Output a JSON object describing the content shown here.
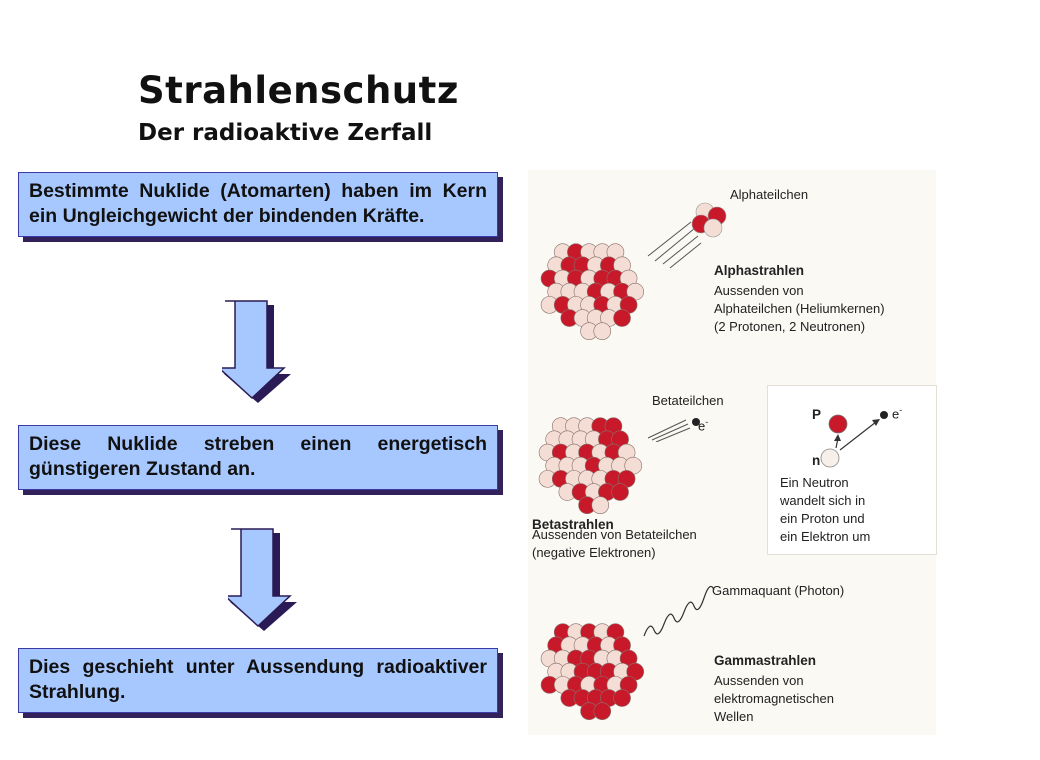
{
  "slide": {
    "title": "Strahlenschutz",
    "subtitle": "Der radioaktive Zerfall"
  },
  "steps": [
    {
      "text": "Bestimmte Nuklide (Atomarten) haben im Kern ein Ungleichgewicht der bindenden Kräfte."
    },
    {
      "text": "Diese Nuklide streben einen energetisch günstigeren Zustand an."
    },
    {
      "text": "Dies geschieht unter Aussendung radioaktiver Strahlung."
    }
  ],
  "colors": {
    "box_fill": "#a7c8ff",
    "box_shadow": "#33225a",
    "arrow_fill": "#a7c8ff",
    "arrow_shadow": "#2a1a55",
    "proton": "#c8192b",
    "neutron": "#f3ddd4"
  },
  "figure": {
    "alpha": {
      "particle_label": "Alphateilchen",
      "heading": "Alphastrahlen",
      "desc_1": "Aussenden von",
      "desc_2": "Alphateilchen (Heliumkernen)",
      "desc_3": "(2 Protonen, 2 Neutronen)"
    },
    "beta": {
      "particle_label": "Betateilchen",
      "electron_symbol": "e",
      "electron_sup": "-",
      "heading": "Betastrahlen",
      "desc_1": "Aussenden von Betateilchen",
      "desc_2": "(negative Elektronen)"
    },
    "inset": {
      "proton_label": "P",
      "neutron_label": "n",
      "electron_symbol": "e",
      "electron_sup": "-",
      "text_1": "Ein Neutron",
      "text_2": "wandelt sich in",
      "text_3": "ein Proton und",
      "text_4": "ein Elektron um"
    },
    "gamma": {
      "particle_label": "Gammaquant (Photon)",
      "heading": "Gammastrahlen",
      "desc_1": "Aussenden von",
      "desc_2": "elektromagnetischen",
      "desc_3": "Wellen"
    }
  }
}
